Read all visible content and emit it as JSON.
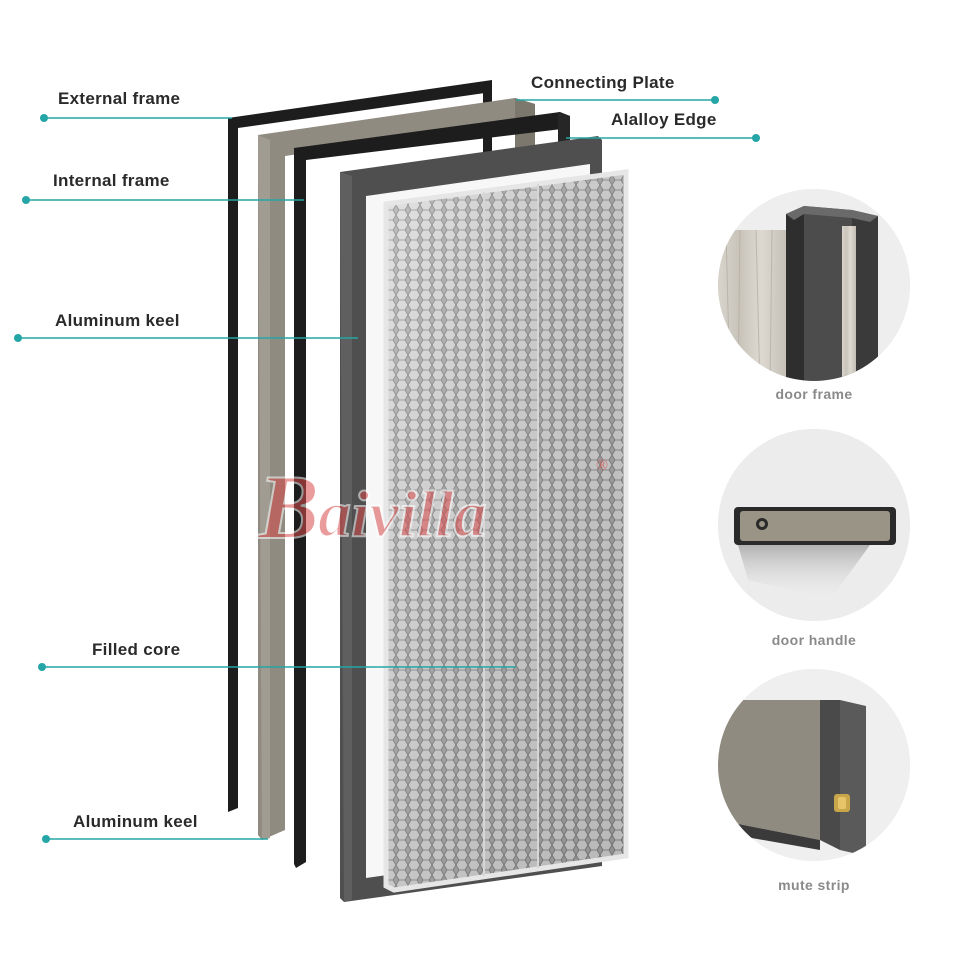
{
  "colors": {
    "line": "#25a5a5",
    "label_text": "#2a2a2a",
    "caption_text": "#8a8a8a",
    "frame_black": "#1d1d1d",
    "frame_taupe": "#8f8b80",
    "frame_grey": "#5a5a5a",
    "core_fill": "#b4b4b4",
    "watermark": "#d94a4a"
  },
  "diagram": {
    "labels": {
      "external_frame": "External frame",
      "connecting_plate": "Connecting Plate",
      "alalloy_edge": "Alalloy Edge",
      "internal_frame": "Internal frame",
      "aluminum_keel_top": "Aluminum keel",
      "filled_core": "Filled core",
      "aluminum_keel_bottom": "Aluminum keel"
    }
  },
  "details": [
    {
      "caption": "door frame",
      "icon": "door-frame-closeup"
    },
    {
      "caption": "door handle",
      "icon": "door-handle-closeup"
    },
    {
      "caption": "mute strip",
      "icon": "mute-strip-closeup"
    }
  ],
  "watermark": {
    "text": "aivilla",
    "initial": "B",
    "mark": "®"
  }
}
